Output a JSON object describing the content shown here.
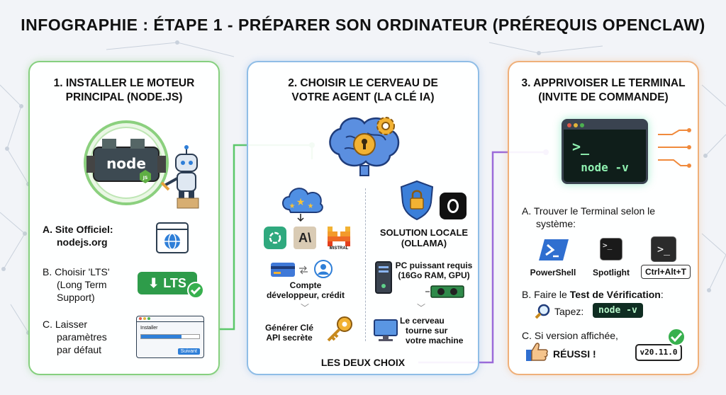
{
  "title": "INFOGRAPHIE : ÉTAPE 1 - PRÉPARER SON ORDINATEUR (PRÉREQUIS OPENCLAW)",
  "colors": {
    "green": "#2e9c4a",
    "blue": "#2f7fd8",
    "orange": "#f08a3c",
    "purple": "#9b6ad9",
    "terminal_bg": "#0f1e1a",
    "terminal_text": "#8ff0b0"
  },
  "panel1": {
    "title_line1": "1. INSTALLER LE MOTEUR",
    "title_line2": "PRINCIPAL (NODE.JS)",
    "engine_label": "node",
    "engine_small": "JS",
    "stepA_label": "A. Site Officiel:",
    "stepA_value": "nodejs.org",
    "stepB_label": "B. Choisir 'LTS'",
    "stepB_detail1": "(Long Term",
    "stepB_detail2": "Support)",
    "lts_button": "LTS",
    "stepC_line1": "C. Laisser",
    "stepC_line2": "paramètres",
    "stepC_line3": "par défaut",
    "installer_title": "Installer",
    "installer_button": "Suivant"
  },
  "panel2": {
    "title_line1": "2. CHOISIR LE CERVEAU DE",
    "title_line2": "VOTRE AGENT (LA CLÉ IA)",
    "mistral_label": "MISTRAL",
    "left_account1": "Compte",
    "left_account2": "développeur, crédit",
    "left_key1": "Générer Clé",
    "left_key2": "API secrète",
    "right_title1": "SOLUTION LOCALE",
    "right_title2": "(OLLAMA)",
    "right_req1": "PC puissant requis",
    "right_req2": "(16Go RAM, GPU)",
    "right_run1": "Le cerveau",
    "right_run2": "tourne sur",
    "right_run3": "votre machine",
    "footer": "LES DEUX CHOIX"
  },
  "panel3": {
    "title_line1": "3. APPRIVOISER LE TERMINAL",
    "title_line2": "(INVITE DE COMMANDE)",
    "terminal_prompt": ">_",
    "terminal_command": "node -v",
    "stepA_line1": "A. Trouver le Terminal selon le",
    "stepA_line2": "système:",
    "os_powershell": "PowerShell",
    "os_spotlight": "Spotlight",
    "os_shortcut": "Ctrl+Alt+T",
    "stepB_prefix": "B. Faire le ",
    "stepB_bold": "Test de Vérification",
    "stepB_suffix": ":",
    "tapez": "Tapez:",
    "tapez_cmd": "node  -v",
    "stepC_line1": "C. Si version affichée,",
    "success": "RÉUSSI !",
    "version": "v20.11.0"
  }
}
